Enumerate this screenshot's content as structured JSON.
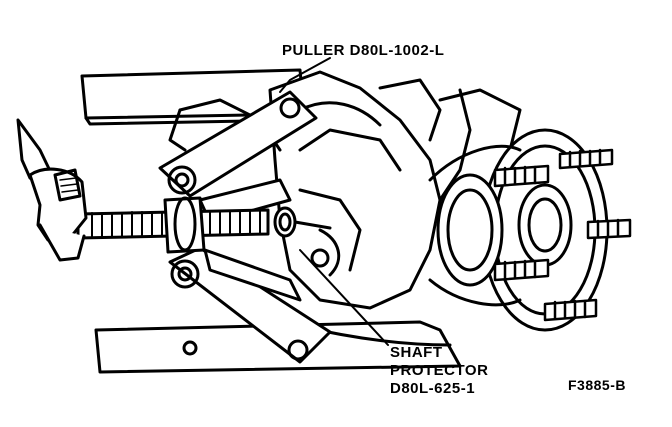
{
  "labels": {
    "puller": "PULLER D80L-1002-L",
    "shaft_protector": [
      "SHAFT",
      "PROTECTOR",
      "D80L-625-1"
    ],
    "figure_id": "F3885-B"
  },
  "colors": {
    "ink": "#000000",
    "paper": "#ffffff"
  }
}
